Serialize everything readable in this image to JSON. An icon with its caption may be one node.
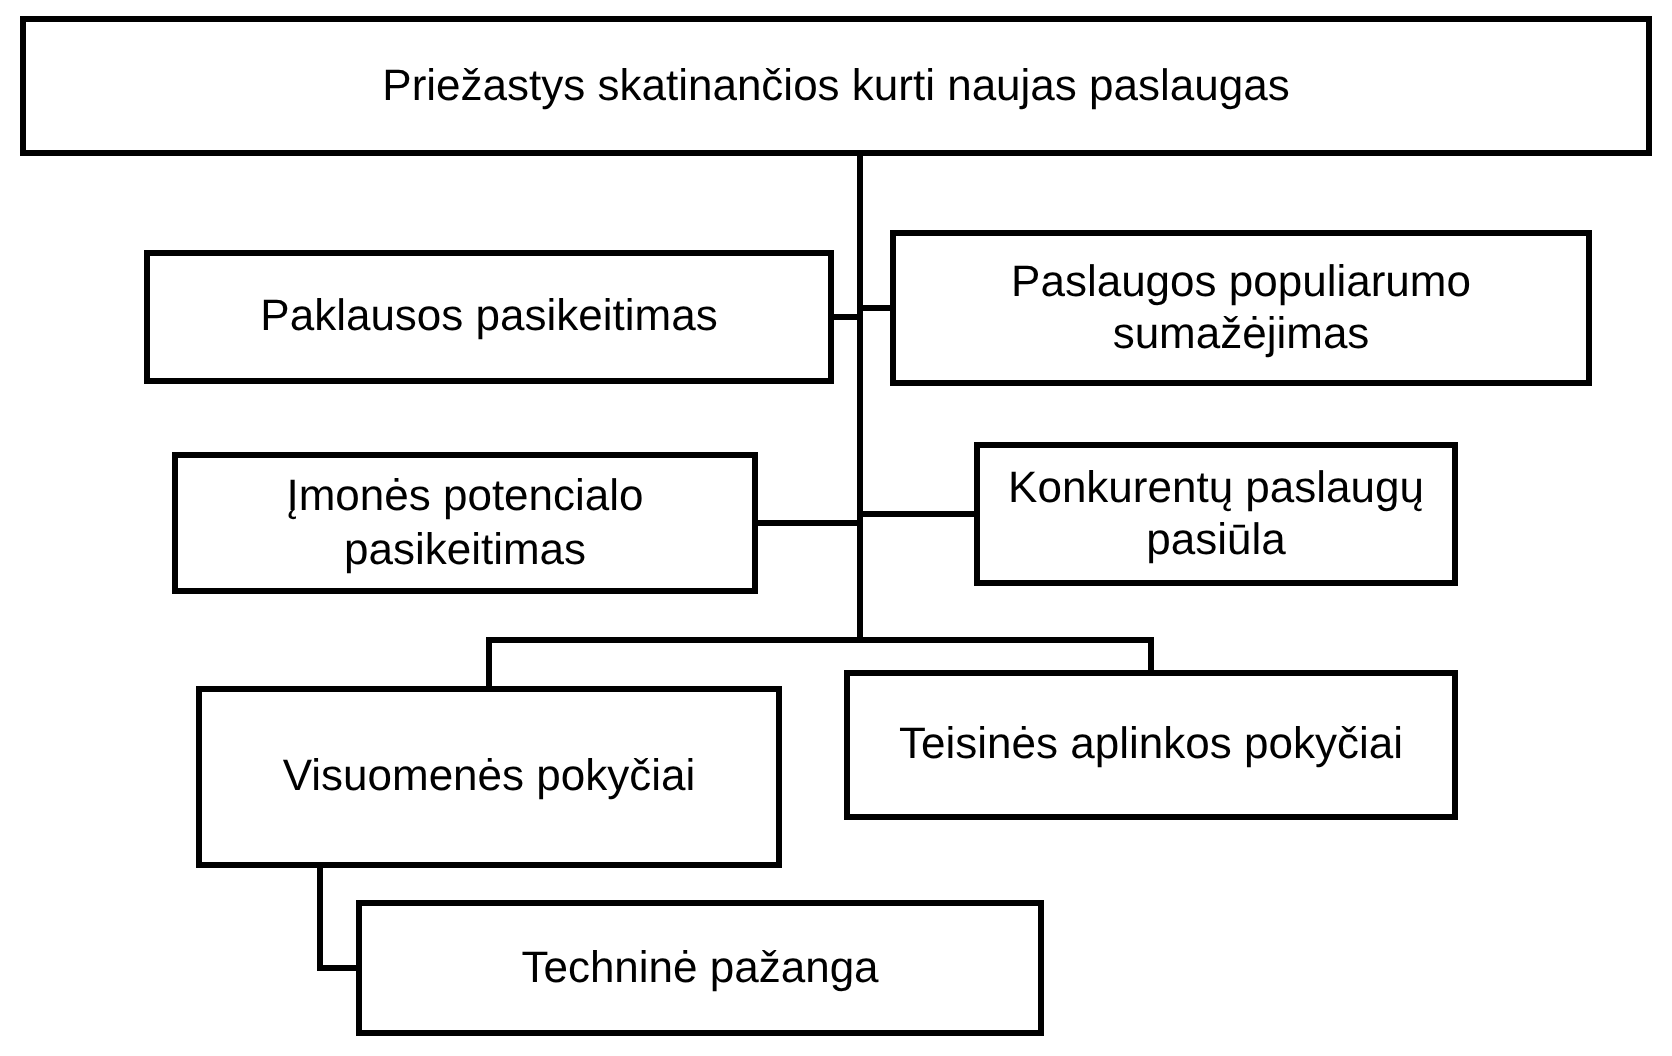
{
  "diagram": {
    "nodes": [
      {
        "text": [
          "Priežastys skatinančios kurti naujas paslaugas"
        ]
      },
      {
        "text": [
          "Paklausos pasikeitimas"
        ]
      },
      {
        "text": [
          "Paslaugos populiarumo sumažėjimas"
        ]
      },
      {
        "text": [
          "Įmonės potencialo pasikeitimas"
        ]
      },
      {
        "text": [
          "Konkurentų paslaugų pasiūla"
        ]
      },
      {
        "text": [
          "Visuomenės pokyčiai"
        ]
      },
      {
        "text": [
          "Teisinės aplinkos pokyčiai"
        ]
      },
      {
        "text": [
          "Techninė pažanga"
        ]
      }
    ],
    "edges": [
      {
        "from": 0,
        "to": 1,
        "arrow": "none"
      },
      {
        "from": 0,
        "to": 2,
        "arrow": "none"
      },
      {
        "from": 0,
        "to": 3,
        "arrow": "none"
      },
      {
        "from": 0,
        "to": 4,
        "arrow": "none"
      },
      {
        "from": 0,
        "to": 5,
        "arrow": "none"
      },
      {
        "from": 0,
        "to": 6,
        "arrow": "none"
      },
      {
        "from": 5,
        "to": 7,
        "arrow": "none"
      }
    ]
  }
}
